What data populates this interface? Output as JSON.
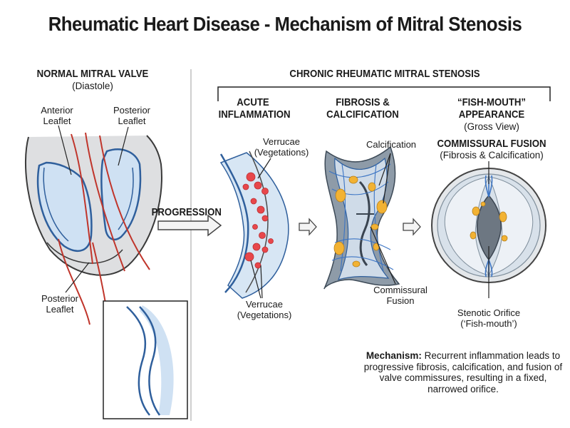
{
  "title": "Rheumatic Heart Disease - Mechanism of Mitral Stenosis",
  "normal": {
    "heading": "NORMAL MITRAL VALVE",
    "subheading": "(Diastole)",
    "anterior_leaflet": "Anterior\nLeaflet",
    "posterior_leaflet_top": "Posterior\nLeaflet",
    "posterior_leaflet_bottom": "Posterior\nLeaflet"
  },
  "progression": "PROGRESSION",
  "chronic": {
    "heading": "CHRONIC RHEUMATIC MITRAL STENOSIS",
    "acute": {
      "heading": "ACUTE\nINFLAMMATION",
      "verrucae_top": "Verrucae\n(Vegetations)",
      "verrucae_bottom": "Verrucae\n(Vegetations)"
    },
    "fibrosis": {
      "heading": "FIBROSIS &\nCALCIFICATION",
      "calcification": "Calcification",
      "commissural_fusion": "Commissural\nFusion"
    },
    "fishmouth": {
      "heading": "“FISH-MOUTH”\nAPPEARANCE",
      "subheading": "(Gross View)",
      "fusion_heading": "COMMISSURAL FUSION",
      "fusion_sub": "(Fibrosis & Calcification)",
      "orifice": "Stenotic Orifice\n(‘Fish-mouth’)"
    }
  },
  "mechanism": {
    "label": "Mechanism:",
    "text": " Recurrent inflammation leads to progressive fibrosis, calcification, and fusion of valve commissures, resulting in a fixed, narrowed orifice."
  },
  "colors": {
    "leaflet_fill": "#cfe1f3",
    "outline_blue": "#2f5f9c",
    "chordae_red": "#c0352b",
    "vegetation_red": "#e8474b",
    "calcification_yellow": "#f2b233",
    "fibrous_gray": "#7f8e9b"
  }
}
